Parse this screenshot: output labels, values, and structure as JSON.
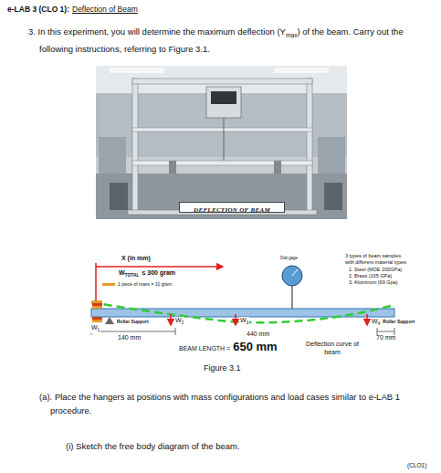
{
  "diagram": {
    "caption": "Figure 3.1",
    "nodes": [
      {
        "text": [
          "DEFLECTION OF BEAM"
        ]
      }
    ],
    "labels": [
      "e-LAB 3 (CLO 1):",
      "Deflection of Beam",
      "3. In this experiment, you will determine the maximum deflection (Y",
      "max",
      ") of the beam. Carry out the following instructions, referring to Figure 3.1.",
      "X (in mm)",
      "W",
      "TOTAL",
      "≤ 300 gram",
      "Dial gage",
      "3 types of beam samples with different material types:",
      "1. Steel (MOE 200GPa)",
      "2. Brass (105 GPa)",
      "3. Aluminum (69 Gpa)",
      "Roller Support",
      "W",
      "1",
      "W",
      "2",
      "W",
      "3",
      "W",
      "4",
      "Roller Support",
      "140 mm",
      "440 mm",
      "70 mm",
      "BEAM LENGTH =",
      "650 mm",
      "Deflection curve of beam",
      "(a). Place the hangers at positions with mass configurations and load cases similar to e-LAB 1 procedure.",
      "(i) Sketch the free body diagram of the beam.",
      "(CLO1)"
    ],
    "legend": [
      {
        "text": "1 piece of mass = 10 gram",
        "color": "#e49a2b"
      }
    ]
  }
}
